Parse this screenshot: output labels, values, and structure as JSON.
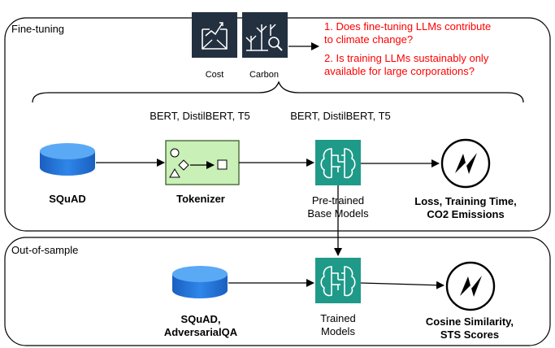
{
  "sections": {
    "top_title": "Fine-tuning",
    "bottom_title": "Out-of-sample"
  },
  "icons": {
    "cost_label": "Cost",
    "carbon_label": "Carbon"
  },
  "questions": {
    "line1": "1. Does fine-tuning LLMs contribute",
    "line2": "to climate change?",
    "line3": "2. Is training LLMs sustainably only",
    "line4": "available for large corporations?"
  },
  "models_text": {
    "left": "BERT, DistilBERT, T5",
    "right": "BERT, DistilBERT, T5"
  },
  "nodes": {
    "squad": "SQuAD",
    "tokenizer": "Tokenizer",
    "pretrained_line1": "Pre-trained",
    "pretrained_line2": "Base Models",
    "loss_line1": "Loss, Training Time,",
    "loss_line2": "CO2 Emissions",
    "eval_data_line1": "SQuAD,",
    "eval_data_line2": "AdversarialQA",
    "trained_line1": "Trained",
    "trained_line2": "Models",
    "cosine_line1": "Cosine Similarity,",
    "cosine_line2": "STS Scores"
  },
  "colors": {
    "question_text": "#ff0000",
    "db_blue": "#1f6fd6",
    "model_teal": "#1f9a89",
    "tokenizer_fill": "#c9f0b7",
    "tokenizer_border": "#5c9e3a",
    "icon_dark": "#233040"
  },
  "icon_names": {
    "cost": "envelope-chart-icon",
    "carbon": "carbon-tree-icon",
    "database": "database-icon",
    "brain": "brain-chip-icon",
    "metrics": "lightning-circle-icon"
  }
}
